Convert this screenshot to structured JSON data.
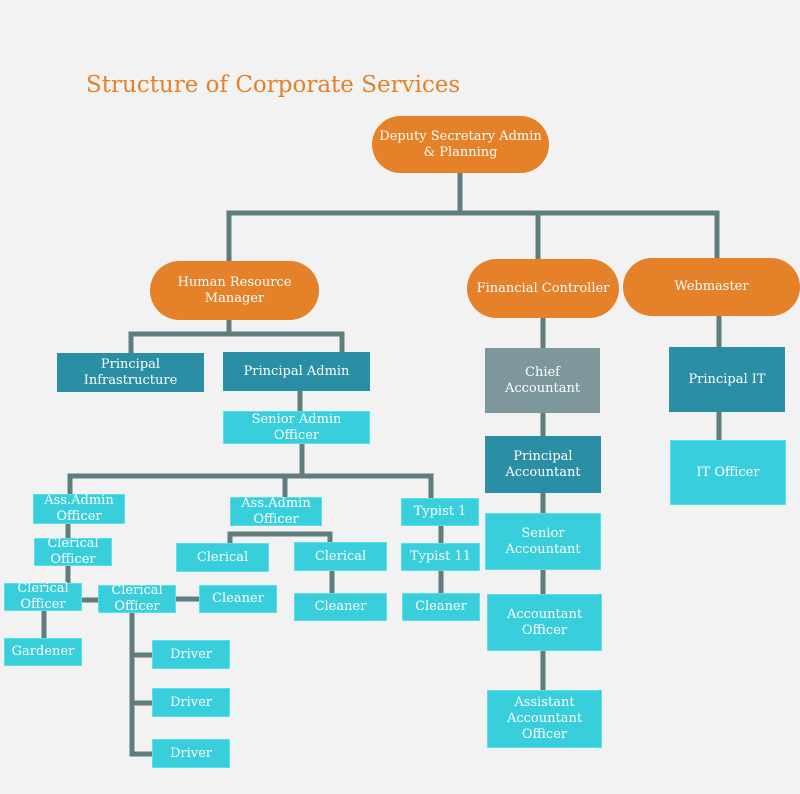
{
  "title": "Structure of Corporate Services",
  "colors": {
    "title": "#e58128",
    "oval": "#e58128",
    "dark": "#2a8ea4",
    "grey": "#7d979c",
    "light": "#38cedc",
    "connector": "#5f7d7d",
    "background": "#f2f2f2"
  },
  "nodes": {
    "deputy": "Deputy Secretary Admin\n& Planning",
    "hr_manager": "Human Resource\nManager",
    "financial_controller": "Financial Controller",
    "webmaster": "Webmaster",
    "principal_infrastructure": "Principal\nInfrastructure",
    "principal_admin": "Principal Admin",
    "senior_admin_officer": "Senior Admin\nOfficer",
    "ass_admin_officer_1": "Ass.Admin\nOfficer",
    "ass_admin_officer_2": "Ass.Admin\nOfficer",
    "typist_1": "Typist 1",
    "typist_11": "Typist 11",
    "clerical_officer_1": "Clerical\nOfficer",
    "clerical_officer_2": "Clerical\nOfficer",
    "clerical_officer_3": "Clerical\nOfficer",
    "gardener": "Gardener",
    "cleaner_1": "Cleaner",
    "cleaner_2": "Cleaner",
    "cleaner_3": "Cleaner",
    "clerical_1": "Clerical",
    "clerical_2": "Clerical",
    "driver_1": "Driver",
    "driver_2": "Driver",
    "driver_3": "Driver",
    "chief_accountant": "Chief\nAccountant",
    "principal_accountant": "Principal\nAccountant",
    "senior_accountant": "Senior\nAccountant",
    "accountant_officer": "Accountant\nOfficer",
    "assistant_accountant_officer": "Assistant\nAccountant\nOfficer",
    "principal_it": "Principal IT",
    "it_officer": "IT Officer"
  }
}
